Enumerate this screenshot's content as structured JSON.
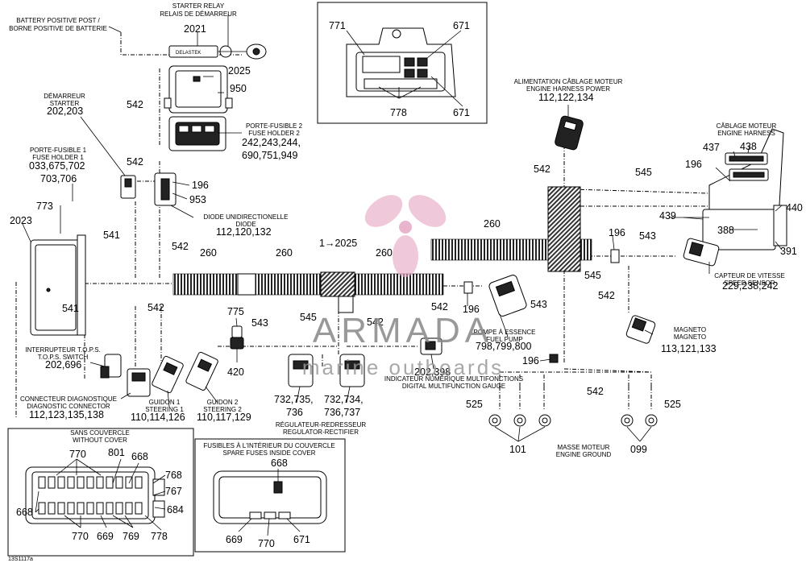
{
  "labels": {
    "battery_post": [
      "BATTERY POSITIVE POST /",
      "BORNE POSITIVE DE BATTERIE"
    ],
    "starter_relay": [
      "STARTER RELAY",
      "RELAIS DE DÉMARREUR"
    ],
    "demarreur": [
      "DÉMARREUR",
      "STARTER"
    ],
    "fuse_holder1": [
      "PORTE-FUSIBLE 1",
      "FUSE HOLDER 1"
    ],
    "fuse_holder2": [
      "PORTE-FUSIBLE 2",
      "FUSE HOLDER 2"
    ],
    "diode": [
      "DIODE UNIDIRECTIONELLE",
      "DIODE"
    ],
    "tops_switch": [
      "INTERRUPTEUR T.O.P.S.",
      "T.O.P.S. SWITCH"
    ],
    "diag_conn": [
      "CONNECTEUR DIAGNOSTIQUE",
      "DIAGNOSTIC CONNECTOR"
    ],
    "steering1": [
      "GUIDON 1",
      "STEERING 1"
    ],
    "steering2": [
      "GUIDON 2",
      "STEERING 2"
    ],
    "regulator": [
      "RÉGULATEUR-REDRESSEUR",
      "REGULATOR-RECTIFIER"
    ],
    "fuel_pump": [
      "POMPE À ESSENCE",
      "FUEL PUMP"
    ],
    "gauge": [
      "INDICATEUR NUMÉRIQUE MULTIFONCTIONS",
      "DIGITAL MULTIFUNCTION GAUGE"
    ],
    "harness_power": [
      "ALIMENTATION CÂBLAGE MOTEUR",
      "ENGINE HARNESS POWER"
    ],
    "engine_harness": [
      "CÂBLAGE MOTEUR",
      "ENGINE HARNESS"
    ],
    "speed_sensor": [
      "CAPTEUR DE VITESSE",
      "SPEED SENSOR"
    ],
    "magneto": [
      "MAGNETO",
      "MAGNETO"
    ],
    "engine_ground": [
      "MASSE MOTEUR",
      "ENGINE GROUND"
    ],
    "without_cover": [
      "SANS COUVERCLE",
      "WITHOUT COVER"
    ],
    "spare_fuses": [
      "FUSIBLES À L'INTÉRIEUR DU COUVERCLE",
      "SPARE FUSES INSIDE COVER"
    ],
    "relay_brand": "DELASTEK",
    "figure_code": "13S1117a"
  },
  "parts": {
    "p2021": "2021",
    "p2025": "2025",
    "p950": "950",
    "p202_203": "202,203",
    "p033": "033,675,702",
    "p703": "703,706",
    "p242": "242,243,244,",
    "p690": "690,751,949",
    "p542": "542",
    "p196": "196",
    "p953": "953",
    "p112_120": "112,120,132",
    "p773": "773",
    "p2023": "2023",
    "p541": "541",
    "p260": "260",
    "p1_2025": "1→2025",
    "p545": "545",
    "p543": "543",
    "p775": "775",
    "p420": "420",
    "p202_696": "202,696",
    "p112_123": "112,123,135,138",
    "p110_114": "110,114,126",
    "p110_117": "110,117,129",
    "p732a": "732,735,",
    "p736": "736",
    "p732b": "732,734,",
    "p736_737": "736,737",
    "p202_398": "202,398",
    "p798": "798,799,800",
    "p112_122": "112,122,134",
    "p437": "437",
    "p438": "438",
    "p439": "439",
    "p440": "440",
    "p388": "388",
    "p391": "391",
    "p229": "229,238,242",
    "p113": "113,121,133",
    "p525": "525",
    "p101": "101",
    "p099": "099",
    "p771": "771",
    "p671": "671",
    "p778": "778",
    "p770": "770",
    "p801": "801",
    "p668": "668",
    "p768": "768",
    "p767": "767",
    "p684": "684",
    "p669": "669",
    "p769": "769"
  },
  "watermark": {
    "brand": "ARMADA",
    "sub": "marine outboards"
  },
  "colors": {
    "watermark_pink": "#e6a9c6",
    "watermark_gray": "#777777"
  }
}
